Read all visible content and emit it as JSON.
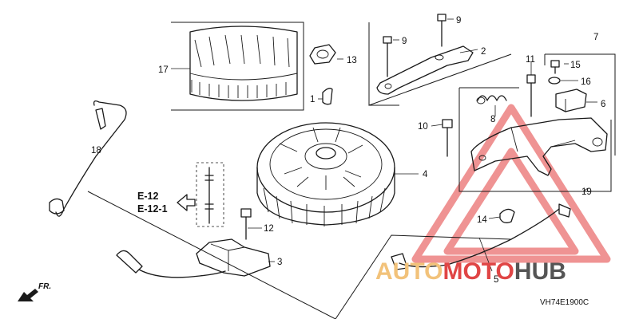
{
  "callouts": [
    "1",
    "2",
    "3",
    "4",
    "5",
    "6",
    "7",
    "8",
    "9",
    "9",
    "10",
    "11",
    "12",
    "13",
    "14",
    "15",
    "16",
    "17",
    "18",
    "19"
  ],
  "references": {
    "e12": "E-12",
    "e121": "E-12-1"
  },
  "direction_label": "FR.",
  "diagram_code": "VH74E1900C",
  "watermark": {
    "part_a": "AUTO",
    "part_b": "MOTO",
    "part_c": "HUB",
    "color_a": "#f2c27a",
    "color_b": "#e04545",
    "color_c": "#555555",
    "triangle_color": "#e23a3a"
  },
  "colors": {
    "line": "#1a1a1a",
    "background": "#ffffff"
  }
}
